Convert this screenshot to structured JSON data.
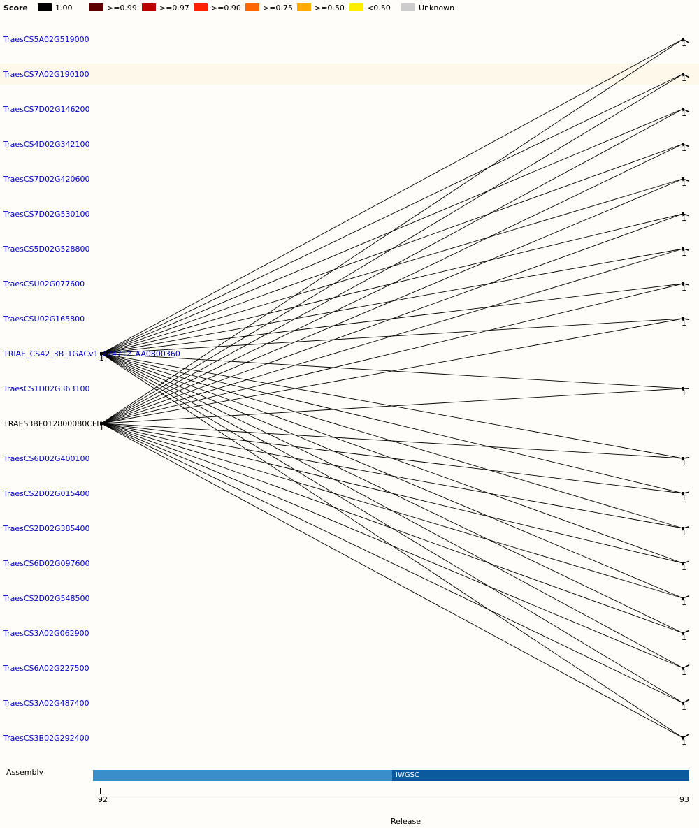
{
  "legend": {
    "title": "Score",
    "items": [
      {
        "label": "1.00",
        "color": "#000000"
      },
      {
        "label": ">=0.99",
        "color": "#5e0000"
      },
      {
        "label": ">=0.97",
        "color": "#bb0000"
      },
      {
        "label": ">=0.90",
        "color": "#ff2200"
      },
      {
        "label": ">=0.75",
        "color": "#ff6600"
      },
      {
        "label": ">=0.50",
        "color": "#ffaa00"
      },
      {
        "label": "<0.50",
        "color": "#ffee00"
      },
      {
        "label": "Unknown",
        "color": "#cccccc"
      }
    ]
  },
  "genes": [
    "TraesCS5A02G519000",
    "TraesCS7A02G190100",
    "TraesCS7D02G146200",
    "TraesCS4D02G342100",
    "TraesCS7D02G420600",
    "TraesCS7D02G530100",
    "TraesCS5D02G528800",
    "TraesCSU02G077600",
    "TraesCSU02G165800",
    "TRIAE_CS42_3B_TGACv1_224712_AA0800360",
    "TraesCS1D02G363100",
    "TRAES3BF012800080CFD",
    "TraesCS6D02G400100",
    "TraesCS2D02G015400",
    "TraesCS2D02G385400",
    "TraesCS6D02G097600",
    "TraesCS2D02G548500",
    "TraesCS3A02G062900",
    "TraesCS6A02G227500",
    "TraesCS3A02G487400",
    "TraesCS3B02G292400"
  ],
  "source_nodes": [
    {
      "gene": "TRIAE_CS42_3B_TGACv1_224712_AA0800360",
      "score": "1"
    },
    {
      "gene": "TRAES3BF012800080CFD",
      "score": "1"
    }
  ],
  "target_score": "1",
  "assembly": {
    "label": "Assembly",
    "segment": "IWGSC",
    "colors": {
      "left": "#3a8fca",
      "right": "#0c5a9e"
    }
  },
  "release_axis": {
    "title": "Release",
    "start": "92",
    "end": "93"
  },
  "highlight_color": "#fef8ea"
}
